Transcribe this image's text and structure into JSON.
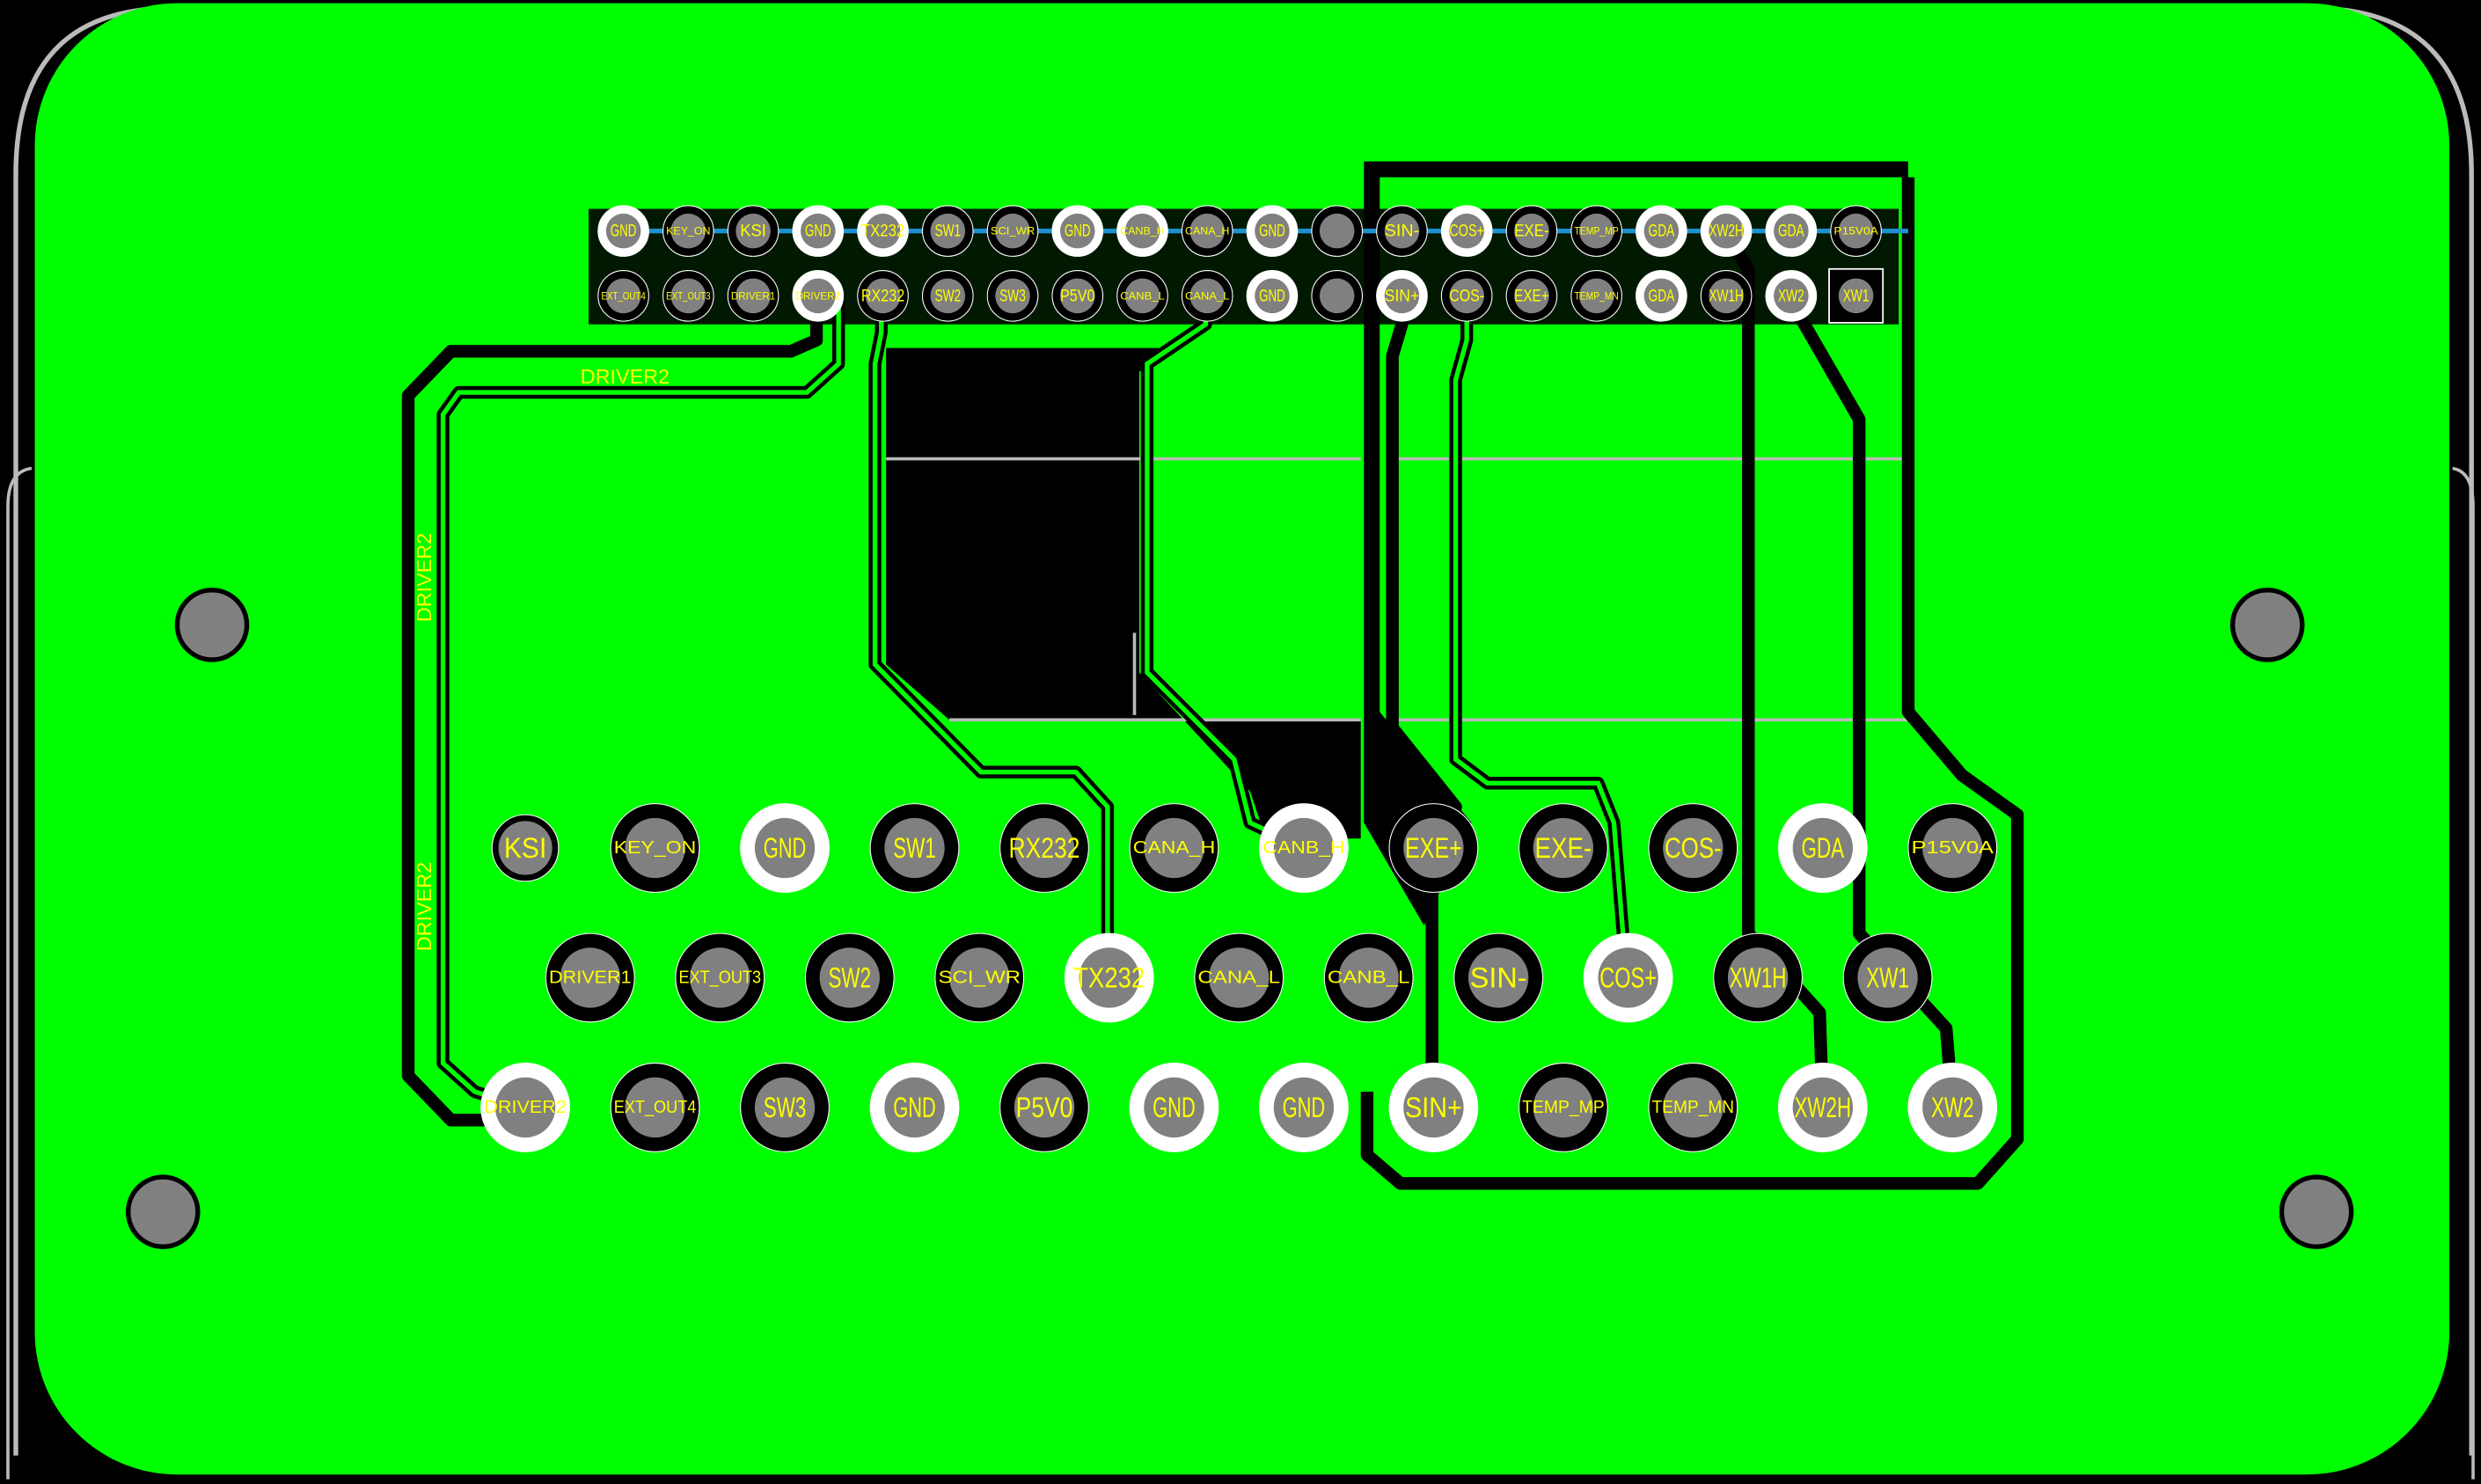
{
  "colors": {
    "board": "#00ff00",
    "copper_void": "#000000",
    "pad": "#808080",
    "ring": "#ffffff",
    "silk": "#ffff00",
    "net": "#1e90d0"
  },
  "silkscreen": {
    "driver2_a": "DRIVER2",
    "driver2_b": "DRIVER2",
    "driver2_c": "DRIVER2"
  },
  "header": {
    "top": [
      {
        "l": "GND",
        "r": 1
      },
      {
        "l": "KEY_ON",
        "r": 0
      },
      {
        "l": "KSI",
        "r": 0
      },
      {
        "l": "GND",
        "r": 1
      },
      {
        "l": "TX232",
        "r": 1
      },
      {
        "l": "SW1",
        "r": 0
      },
      {
        "l": "SCI_WR",
        "r": 0
      },
      {
        "l": "GND",
        "r": 1
      },
      {
        "l": "CANB_H",
        "r": 1
      },
      {
        "l": "CANA_H",
        "r": 0
      },
      {
        "l": "GND",
        "r": 1
      },
      {
        "l": "",
        "r": 0
      },
      {
        "l": "SIN-",
        "r": 0
      },
      {
        "l": "COS+",
        "r": 1
      },
      {
        "l": "EXE-",
        "r": 0
      },
      {
        "l": "TEMP_MP",
        "r": 0
      },
      {
        "l": "GDA",
        "r": 1
      },
      {
        "l": "XW2H",
        "r": 1
      },
      {
        "l": "GDA",
        "r": 1
      },
      {
        "l": "P15V0A",
        "r": 0
      }
    ],
    "bottom": [
      {
        "l": "EXT_OUT4",
        "r": 0
      },
      {
        "l": "EXT_OUT3",
        "r": 0
      },
      {
        "l": "DRIVER1",
        "r": 0
      },
      {
        "l": "DRIVER2",
        "r": 1
      },
      {
        "l": "RX232",
        "r": 0
      },
      {
        "l": "SW2",
        "r": 0
      },
      {
        "l": "SW3",
        "r": 0
      },
      {
        "l": "P5V0",
        "r": 0
      },
      {
        "l": "CANB_L",
        "r": 0
      },
      {
        "l": "CANA_L",
        "r": 0
      },
      {
        "l": "GND",
        "r": 1
      },
      {
        "l": "",
        "r": 0
      },
      {
        "l": "SIN+",
        "r": 1
      },
      {
        "l": "COS-",
        "r": 0
      },
      {
        "l": "EXE+",
        "r": 0
      },
      {
        "l": "TEMP_MN",
        "r": 0
      },
      {
        "l": "GDA",
        "r": 1
      },
      {
        "l": "XW1H",
        "r": 0
      },
      {
        "l": "XW2",
        "r": 1
      },
      {
        "l": "XW1",
        "r": 0,
        "square": 1
      }
    ]
  },
  "connector": {
    "row1": [
      {
        "l": "KSI",
        "r": 0,
        "small": 1
      },
      {
        "l": "KEY_ON",
        "r": 0
      },
      {
        "l": "GND",
        "r": 1
      },
      {
        "l": "SW1",
        "r": 0
      },
      {
        "l": "RX232",
        "r": 0
      },
      {
        "l": "CANA_H",
        "r": 0
      },
      {
        "l": "CANB_H",
        "r": 1
      },
      {
        "l": "EXE+",
        "r": 0
      },
      {
        "l": "EXE-",
        "r": 0
      },
      {
        "l": "COS-",
        "r": 0
      },
      {
        "l": "GDA",
        "r": 1
      },
      {
        "l": "P15V0A",
        "r": 0
      }
    ],
    "row2": [
      {
        "l": "DRIVER1",
        "r": 0
      },
      {
        "l": "EXT_OUT3",
        "r": 0
      },
      {
        "l": "SW2",
        "r": 0
      },
      {
        "l": "SCI_WR",
        "r": 0
      },
      {
        "l": "TX232",
        "r": 1
      },
      {
        "l": "CANA_L",
        "r": 0
      },
      {
        "l": "CANB_L",
        "r": 0
      },
      {
        "l": "SIN-",
        "r": 0
      },
      {
        "l": "COS+",
        "r": 1
      },
      {
        "l": "XW1H",
        "r": 0
      },
      {
        "l": "XW1",
        "r": 0
      }
    ],
    "row3": [
      {
        "l": "DRIVER2",
        "r": 1
      },
      {
        "l": "EXT_OUT4",
        "r": 0
      },
      {
        "l": "SW3",
        "r": 0
      },
      {
        "l": "GND",
        "r": 1
      },
      {
        "l": "P5V0",
        "r": 0
      },
      {
        "l": "GND",
        "r": 1
      },
      {
        "l": "GND",
        "r": 1
      },
      {
        "l": "SIN+",
        "r": 1
      },
      {
        "l": "TEMP_MP",
        "r": 0
      },
      {
        "l": "TEMP_MN",
        "r": 0
      },
      {
        "l": "XW2H",
        "r": 1
      },
      {
        "l": "XW2",
        "r": 1
      }
    ]
  }
}
